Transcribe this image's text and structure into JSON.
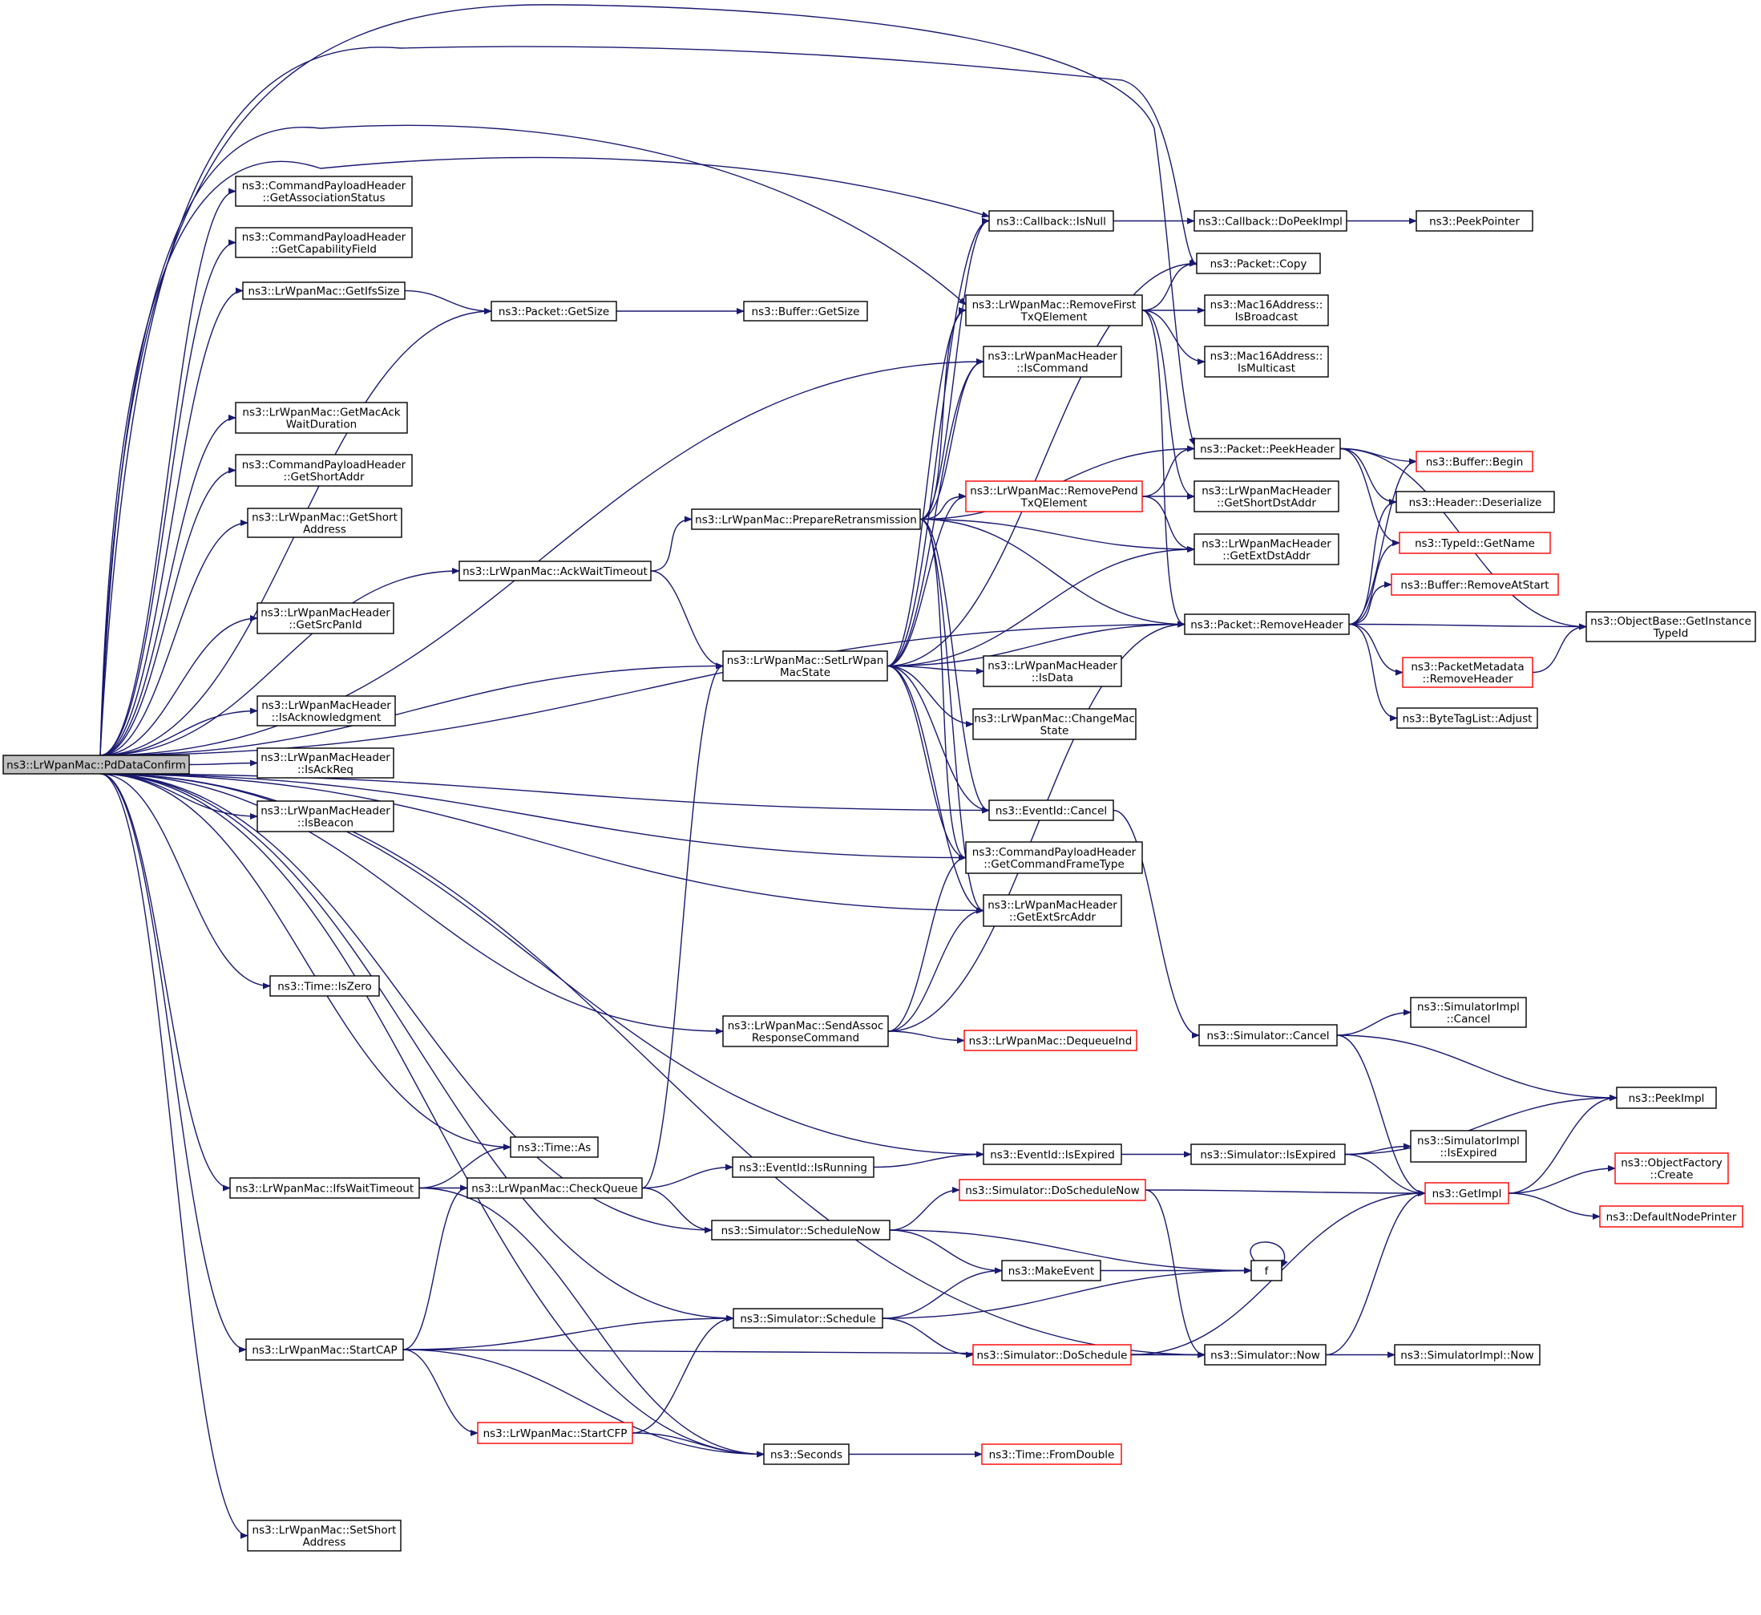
{
  "title": "",
  "colors": {
    "edge": "#191970",
    "node_border": "#000000",
    "truncated_node_border": "#ff0000",
    "root_fill": "#bfbfbf"
  },
  "nodes": [
    {
      "id": "root",
      "lines": [
        "ns3::LrWpanMac::PdDataConfirm"
      ],
      "style": "root"
    },
    {
      "id": "cph_assoc",
      "lines": [
        "ns3::CommandPayloadHeader",
        "::GetAssociationStatus"
      ]
    },
    {
      "id": "cph_cap",
      "lines": [
        "ns3::CommandPayloadHeader",
        "::GetCapabilityField"
      ]
    },
    {
      "id": "ifssize",
      "lines": [
        "ns3::LrWpanMac::GetIfsSize"
      ]
    },
    {
      "id": "pkt_getsize",
      "lines": [
        "ns3::Packet::GetSize"
      ]
    },
    {
      "id": "buf_getsize",
      "lines": [
        "ns3::Buffer::GetSize"
      ]
    },
    {
      "id": "macack",
      "lines": [
        "ns3::LrWpanMac::GetMacAck",
        "WaitDuration"
      ]
    },
    {
      "id": "cph_short",
      "lines": [
        "ns3::CommandPayloadHeader",
        "::GetShortAddr"
      ]
    },
    {
      "id": "getshort",
      "lines": [
        "ns3::LrWpanMac::GetShort",
        "Address"
      ]
    },
    {
      "id": "ackwait",
      "lines": [
        "ns3::LrWpanMac::AckWaitTimeout"
      ]
    },
    {
      "id": "srcpan",
      "lines": [
        "ns3::LrWpanMacHeader",
        "::GetSrcPanId"
      ]
    },
    {
      "id": "isack",
      "lines": [
        "ns3::LrWpanMacHeader",
        "::IsAcknowledgment"
      ]
    },
    {
      "id": "isackreq",
      "lines": [
        "ns3::LrWpanMacHeader",
        "::IsAckReq"
      ]
    },
    {
      "id": "isbeacon",
      "lines": [
        "ns3::LrWpanMacHeader",
        "::IsBeacon"
      ]
    },
    {
      "id": "iszero",
      "lines": [
        "ns3::Time::IsZero"
      ]
    },
    {
      "id": "time_as",
      "lines": [
        "ns3::Time::As"
      ]
    },
    {
      "id": "ifswait",
      "lines": [
        "ns3::LrWpanMac::IfsWaitTimeout"
      ]
    },
    {
      "id": "checkq",
      "lines": [
        "ns3::LrWpanMac::CheckQueue"
      ]
    },
    {
      "id": "startcap",
      "lines": [
        "ns3::LrWpanMac::StartCAP"
      ]
    },
    {
      "id": "startcfp",
      "lines": [
        "ns3::LrWpanMac::StartCFP"
      ],
      "style": "red"
    },
    {
      "id": "setshort",
      "lines": [
        "ns3::LrWpanMac::SetShort",
        "Address"
      ]
    },
    {
      "id": "prepre",
      "lines": [
        "ns3::LrWpanMac::PrepareRetransmission"
      ]
    },
    {
      "id": "setstate",
      "lines": [
        "ns3::LrWpanMac::SetLrWpan",
        "MacState"
      ]
    },
    {
      "id": "sendassoc",
      "lines": [
        "ns3::LrWpanMac::SendAssoc",
        "ResponseCommand"
      ]
    },
    {
      "id": "ev_running",
      "lines": [
        "ns3::EventId::IsRunning"
      ]
    },
    {
      "id": "sched_now",
      "lines": [
        "ns3::Simulator::ScheduleNow"
      ]
    },
    {
      "id": "sched",
      "lines": [
        "ns3::Simulator::Schedule"
      ]
    },
    {
      "id": "seconds",
      "lines": [
        "ns3::Seconds"
      ]
    },
    {
      "id": "cb_isnull",
      "lines": [
        "ns3::Callback::IsNull"
      ]
    },
    {
      "id": "rmfirst",
      "lines": [
        "ns3::LrWpanMac::RemoveFirst",
        "TxQElement"
      ]
    },
    {
      "id": "iscmd",
      "lines": [
        "ns3::LrWpanMacHeader",
        "::IsCommand"
      ]
    },
    {
      "id": "rmpend",
      "lines": [
        "ns3::LrWpanMac::RemovePend",
        "TxQElement"
      ],
      "style": "red"
    },
    {
      "id": "isdata",
      "lines": [
        "ns3::LrWpanMacHeader",
        "::IsData"
      ]
    },
    {
      "id": "chgstate",
      "lines": [
        "ns3::LrWpanMac::ChangeMac",
        "State"
      ]
    },
    {
      "id": "ev_cancel",
      "lines": [
        "ns3::EventId::Cancel"
      ]
    },
    {
      "id": "cmdtype",
      "lines": [
        "ns3::CommandPayloadHeader",
        "::GetCommandFrameType"
      ]
    },
    {
      "id": "extsrc",
      "lines": [
        "ns3::LrWpanMacHeader",
        "::GetExtSrcAddr"
      ]
    },
    {
      "id": "dequeue",
      "lines": [
        "ns3::LrWpanMac::DequeueInd"
      ],
      "style": "red"
    },
    {
      "id": "ev_expired",
      "lines": [
        "ns3::EventId::IsExpired"
      ]
    },
    {
      "id": "donow",
      "lines": [
        "ns3::Simulator::DoScheduleNow"
      ],
      "style": "red"
    },
    {
      "id": "makeevent",
      "lines": [
        "ns3::MakeEvent"
      ]
    },
    {
      "id": "dosched",
      "lines": [
        "ns3::Simulator::DoSchedule"
      ],
      "style": "red"
    },
    {
      "id": "fromdouble",
      "lines": [
        "ns3::Time::FromDouble"
      ],
      "style": "red"
    },
    {
      "id": "dopeek",
      "lines": [
        "ns3::Callback::DoPeekImpl"
      ]
    },
    {
      "id": "pkt_copy",
      "lines": [
        "ns3::Packet::Copy"
      ]
    },
    {
      "id": "isbcast",
      "lines": [
        "ns3::Mac16Address::",
        "IsBroadcast"
      ]
    },
    {
      "id": "ismcast",
      "lines": [
        "ns3::Mac16Address::",
        "IsMulticast"
      ]
    },
    {
      "id": "peekhdr",
      "lines": [
        "ns3::Packet::PeekHeader"
      ]
    },
    {
      "id": "shortdst",
      "lines": [
        "ns3::LrWpanMacHeader",
        "::GetShortDstAddr"
      ]
    },
    {
      "id": "extdst",
      "lines": [
        "ns3::LrWpanMacHeader",
        "::GetExtDstAddr"
      ]
    },
    {
      "id": "rmhdr",
      "lines": [
        "ns3::Packet::RemoveHeader"
      ]
    },
    {
      "id": "sim_cancel",
      "lines": [
        "ns3::Simulator::Cancel"
      ]
    },
    {
      "id": "sim_expired",
      "lines": [
        "ns3::Simulator::IsExpired"
      ]
    },
    {
      "id": "f",
      "lines": [
        "f"
      ]
    },
    {
      "id": "sim_now",
      "lines": [
        "ns3::Simulator::Now"
      ]
    },
    {
      "id": "peekptr",
      "lines": [
        "ns3::PeekPointer"
      ]
    },
    {
      "id": "buf_begin",
      "lines": [
        "ns3::Buffer::Begin"
      ],
      "style": "red"
    },
    {
      "id": "hdr_deser",
      "lines": [
        "ns3::Header::Deserialize"
      ]
    },
    {
      "id": "typeid_name",
      "lines": [
        "ns3::TypeId::GetName"
      ],
      "style": "red"
    },
    {
      "id": "buf_rmstart",
      "lines": [
        "ns3::Buffer::RemoveAtStart"
      ],
      "style": "red"
    },
    {
      "id": "pm_rmhdr",
      "lines": [
        "ns3::PacketMetadata",
        "::RemoveHeader"
      ],
      "style": "red"
    },
    {
      "id": "btl_adjust",
      "lines": [
        "ns3::ByteTagList::Adjust"
      ]
    },
    {
      "id": "impl_cancel",
      "lines": [
        "ns3::SimulatorImpl",
        "::Cancel"
      ]
    },
    {
      "id": "impl_expired",
      "lines": [
        "ns3::SimulatorImpl",
        "::IsExpired"
      ]
    },
    {
      "id": "getimpl",
      "lines": [
        "ns3::GetImpl"
      ],
      "style": "red"
    },
    {
      "id": "impl_now",
      "lines": [
        "ns3::SimulatorImpl::Now"
      ]
    },
    {
      "id": "getinst",
      "lines": [
        "ns3::ObjectBase::GetInstance",
        "TypeId"
      ]
    },
    {
      "id": "peekimpl",
      "lines": [
        "ns3::PeekImpl"
      ]
    },
    {
      "id": "objfact",
      "lines": [
        "ns3::ObjectFactory",
        "::Create"
      ],
      "style": "red"
    },
    {
      "id": "defprinter",
      "lines": [
        "ns3::DefaultNodePrinter"
      ],
      "style": "red"
    }
  ]
}
